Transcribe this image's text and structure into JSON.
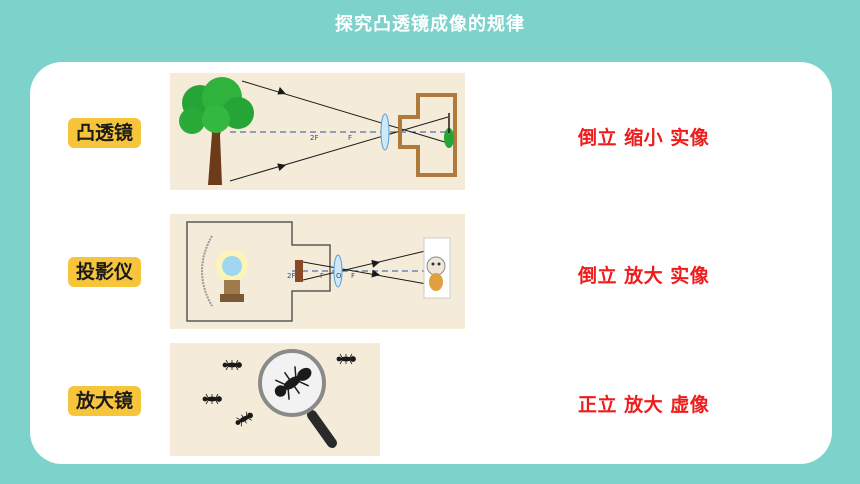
{
  "title": "探究凸透镜成像的规律",
  "rows": [
    {
      "label": "凸透镜",
      "result": "倒立 缩小 实像",
      "diagram": "camera-diagram"
    },
    {
      "label": "投影仪",
      "result": "倒立 放大 实像",
      "diagram": "projector-diagram"
    },
    {
      "label": "放大镜",
      "result": "正立 放大 虚像",
      "diagram": "magnifier-diagram"
    }
  ],
  "diagram_labels": {
    "two_f": "2F",
    "f": "F",
    "o": "O"
  },
  "colors": {
    "background": "#7dd3cc",
    "label_bg": "#f6c53c",
    "result_text": "#ef1c1c",
    "panel_bg": "#f5ebd9"
  }
}
